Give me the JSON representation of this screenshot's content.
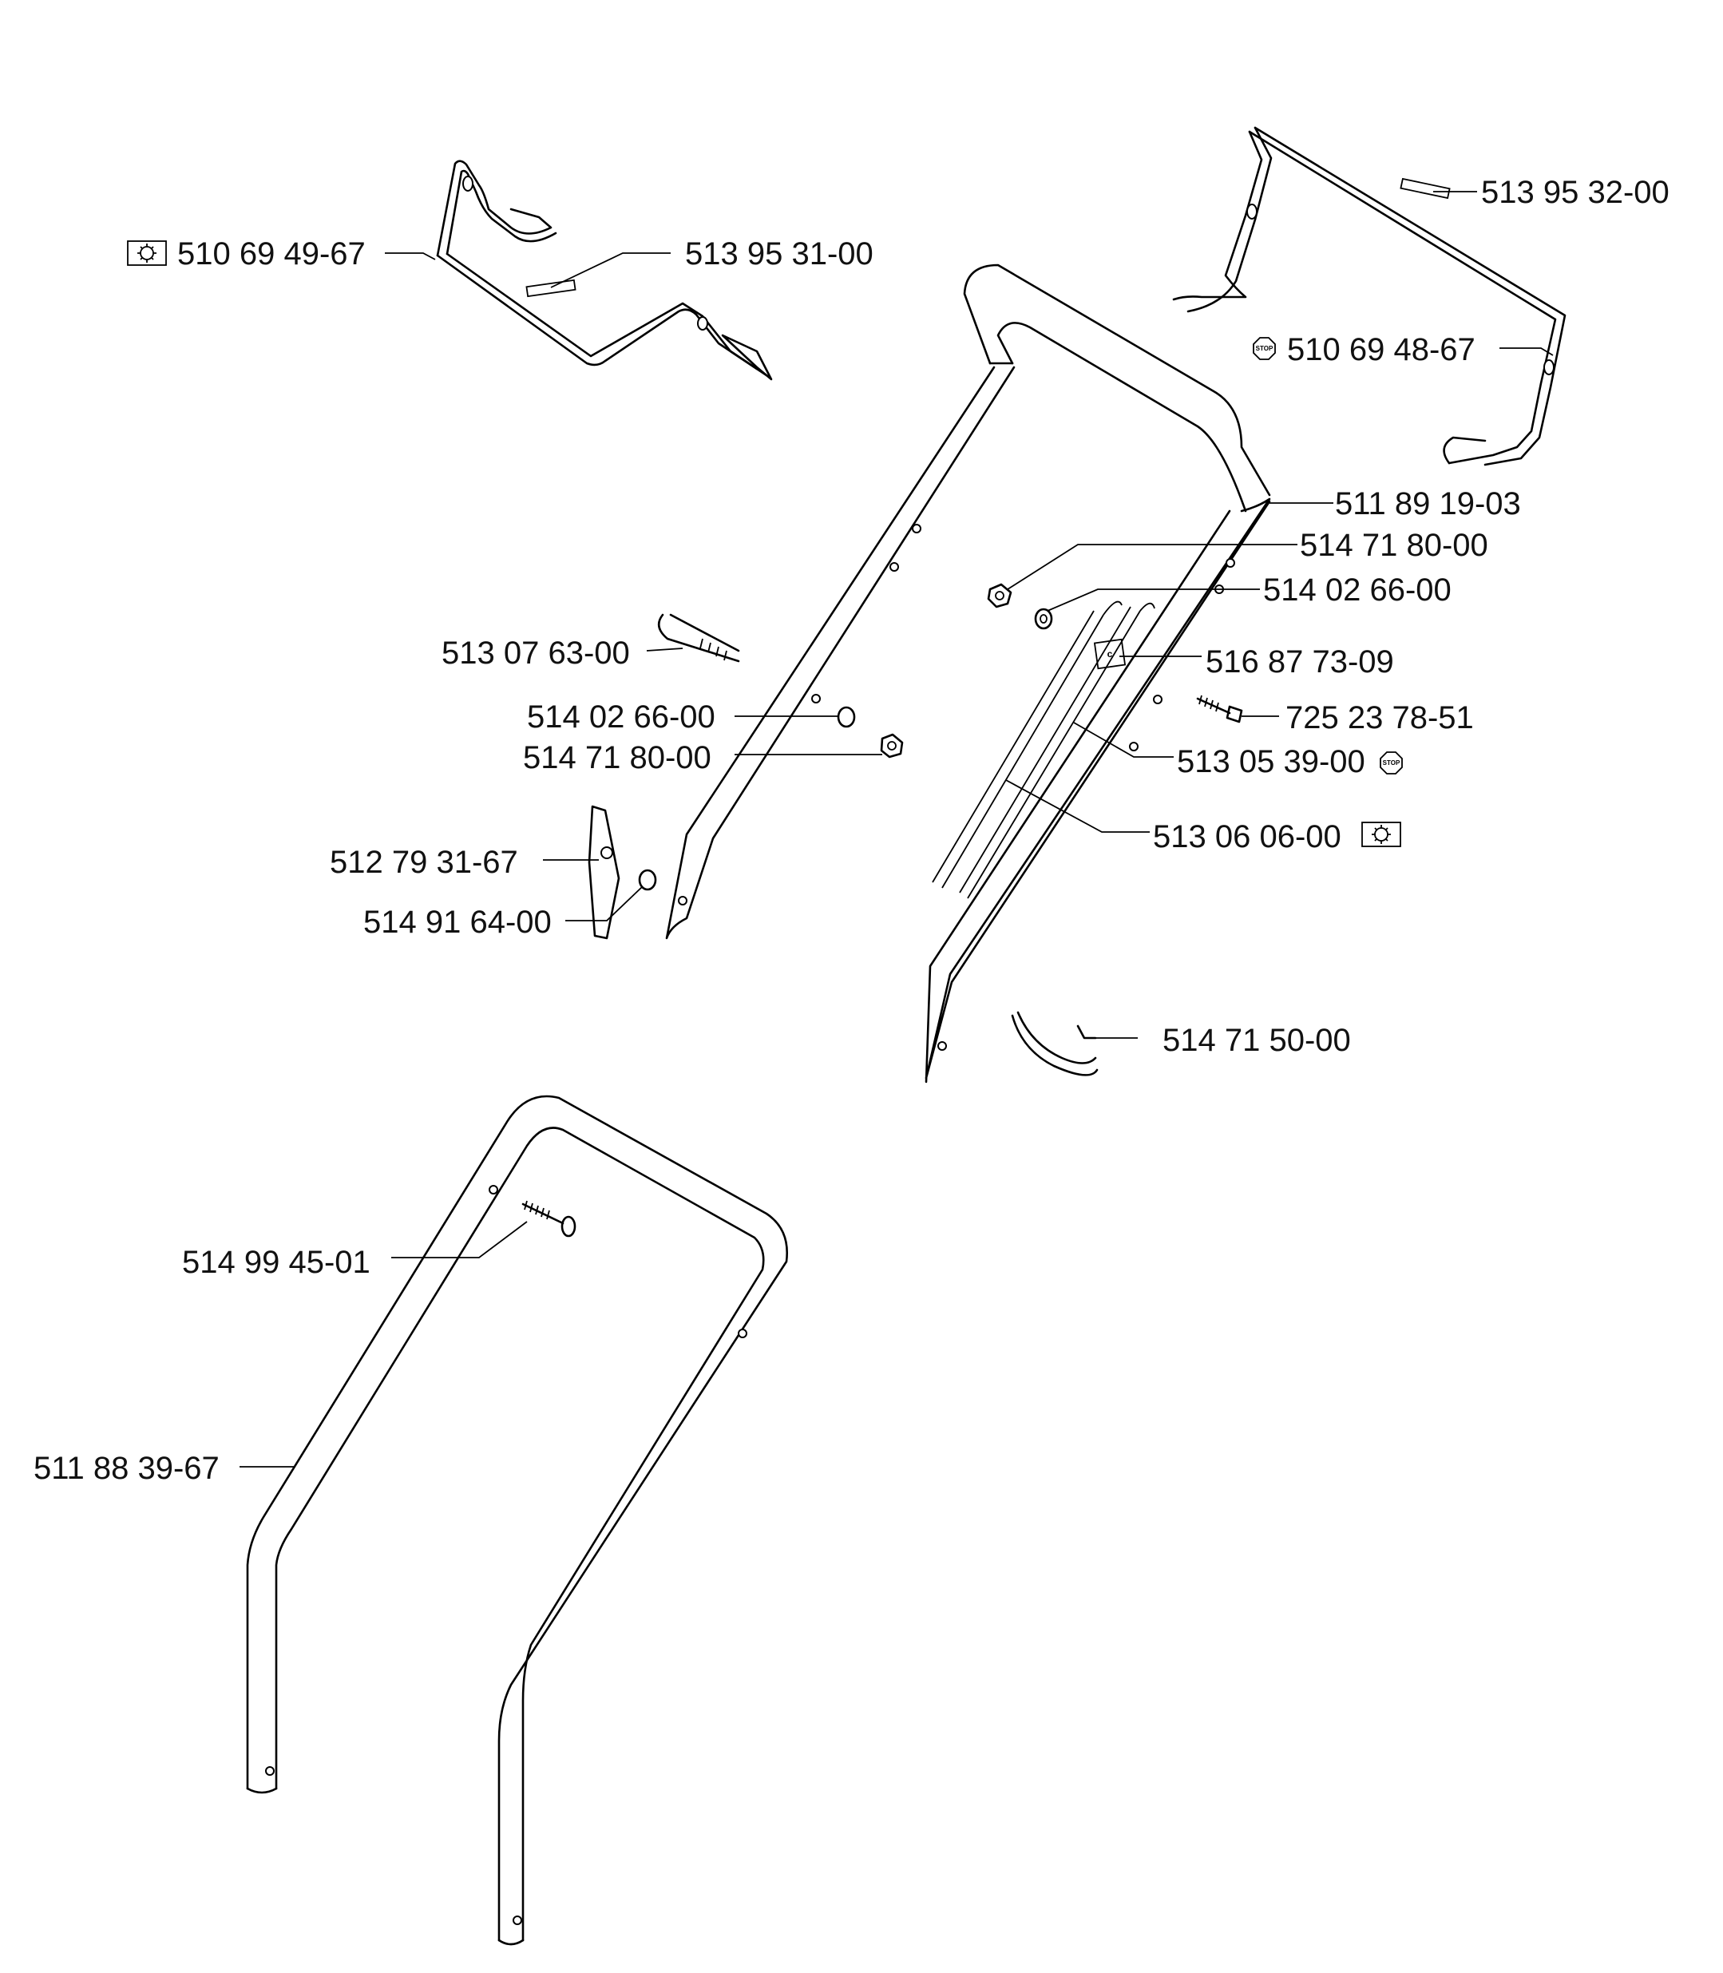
{
  "parts": {
    "p1": "510 69 49-67",
    "p2": "513 95 31-00",
    "p3": "513 95 32-00",
    "p4": "510 69 48-67",
    "p5": "511 89 19-03",
    "p6": "514 71 80-00",
    "p7": "514 02 66-00",
    "p8": "516 87 73-09",
    "p9": "725 23 78-51",
    "p10": "513 05 39-00",
    "p11": "513 06 06-00",
    "p12": "513 07 63-00",
    "p13": "514 02 66-00",
    "p14": "514 71 80-00",
    "p15": "512 79 31-67",
    "p16": "514 91 64-00",
    "p17": "514 71 50-00",
    "p18": "514 99 45-01",
    "p19": "511 88 39-67"
  },
  "symbols": {
    "stop": "STOP",
    "clip_letter": "c"
  }
}
